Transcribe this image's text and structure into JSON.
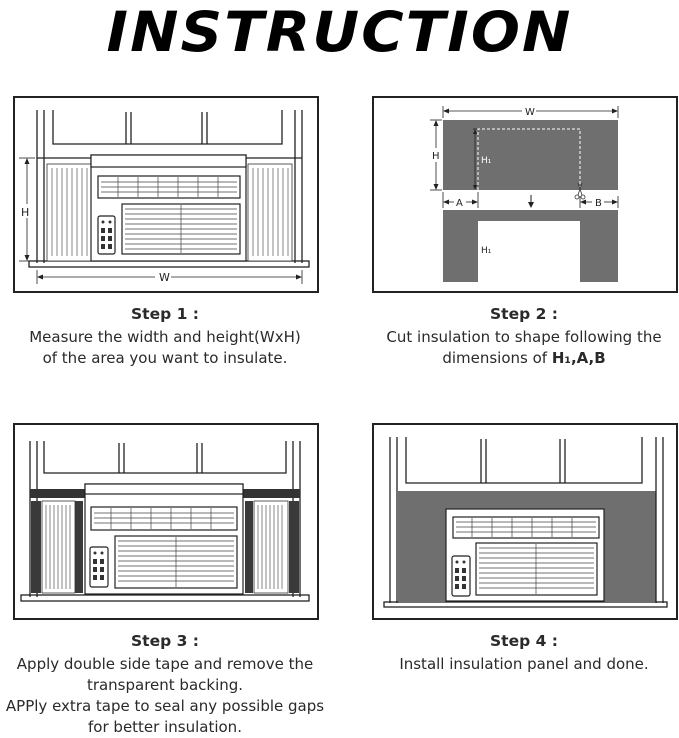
{
  "header": {
    "title": "INSTRUCTION"
  },
  "steps": [
    {
      "title": "Step 1 :",
      "lines": [
        "Measure the width and height(WxH)",
        "of the area you want to insulate."
      ],
      "labels": {
        "w": "W",
        "h": "H"
      }
    },
    {
      "title": "Step 2 :",
      "line1": "Cut insulation to shape following the",
      "line2_prefix": "dimensions of ",
      "line2_bold": "H₁,A,B",
      "labels": {
        "w": "W",
        "h": "H",
        "h1": "H₁",
        "a": "A",
        "b": "B",
        "h1_lower": "H₁"
      }
    },
    {
      "title": "Step 3 :",
      "lines": [
        "Apply double side tape and remove the",
        "transparent backing.",
        "APPly extra tape to seal any possible gaps",
        "for better insulation."
      ]
    },
    {
      "title": "Step 4 :",
      "lines": [
        "Install insulation panel and done."
      ]
    }
  ],
  "colors": {
    "insulation": "#6f6f6f",
    "line": "#222222"
  }
}
